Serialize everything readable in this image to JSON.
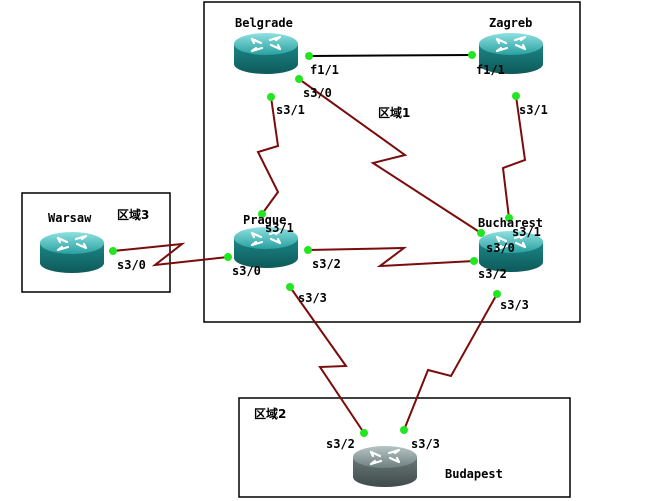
{
  "areas": {
    "area1": "区域1",
    "area2": "区域2",
    "area3": "区域3"
  },
  "routers": {
    "belgrade": "Belgrade",
    "zagreb": "Zagreb",
    "prague": "Prague",
    "bucharest": "Bucharest",
    "warsaw": "Warsaw",
    "budapest": "Budapest"
  },
  "ports": {
    "belgrade_f11": "f1/1",
    "zagreb_f11": "f1/1",
    "belgrade_s30": "s3/0",
    "belgrade_s31": "s3/1",
    "zagreb_s31": "s3/1",
    "prague_s31": "s3/1",
    "prague_s30": "s3/0",
    "prague_s32": "s3/2",
    "prague_s33": "s3/3",
    "bucharest_s31": "s3/1",
    "bucharest_s30": "s3/0",
    "bucharest_s32": "s3/2",
    "bucharest_s33": "s3/3",
    "warsaw_s30": "s3/0",
    "budapest_s32": "s3/2",
    "budapest_s33": "s3/3"
  },
  "colors": {
    "router_body": "#1e8f8f",
    "router_top": "#59c3c3",
    "router_budapest": "#7c8b8b",
    "serial_link": "#7a0c0c",
    "port_dot": "#22e622"
  },
  "icons": [
    "router-icon"
  ]
}
